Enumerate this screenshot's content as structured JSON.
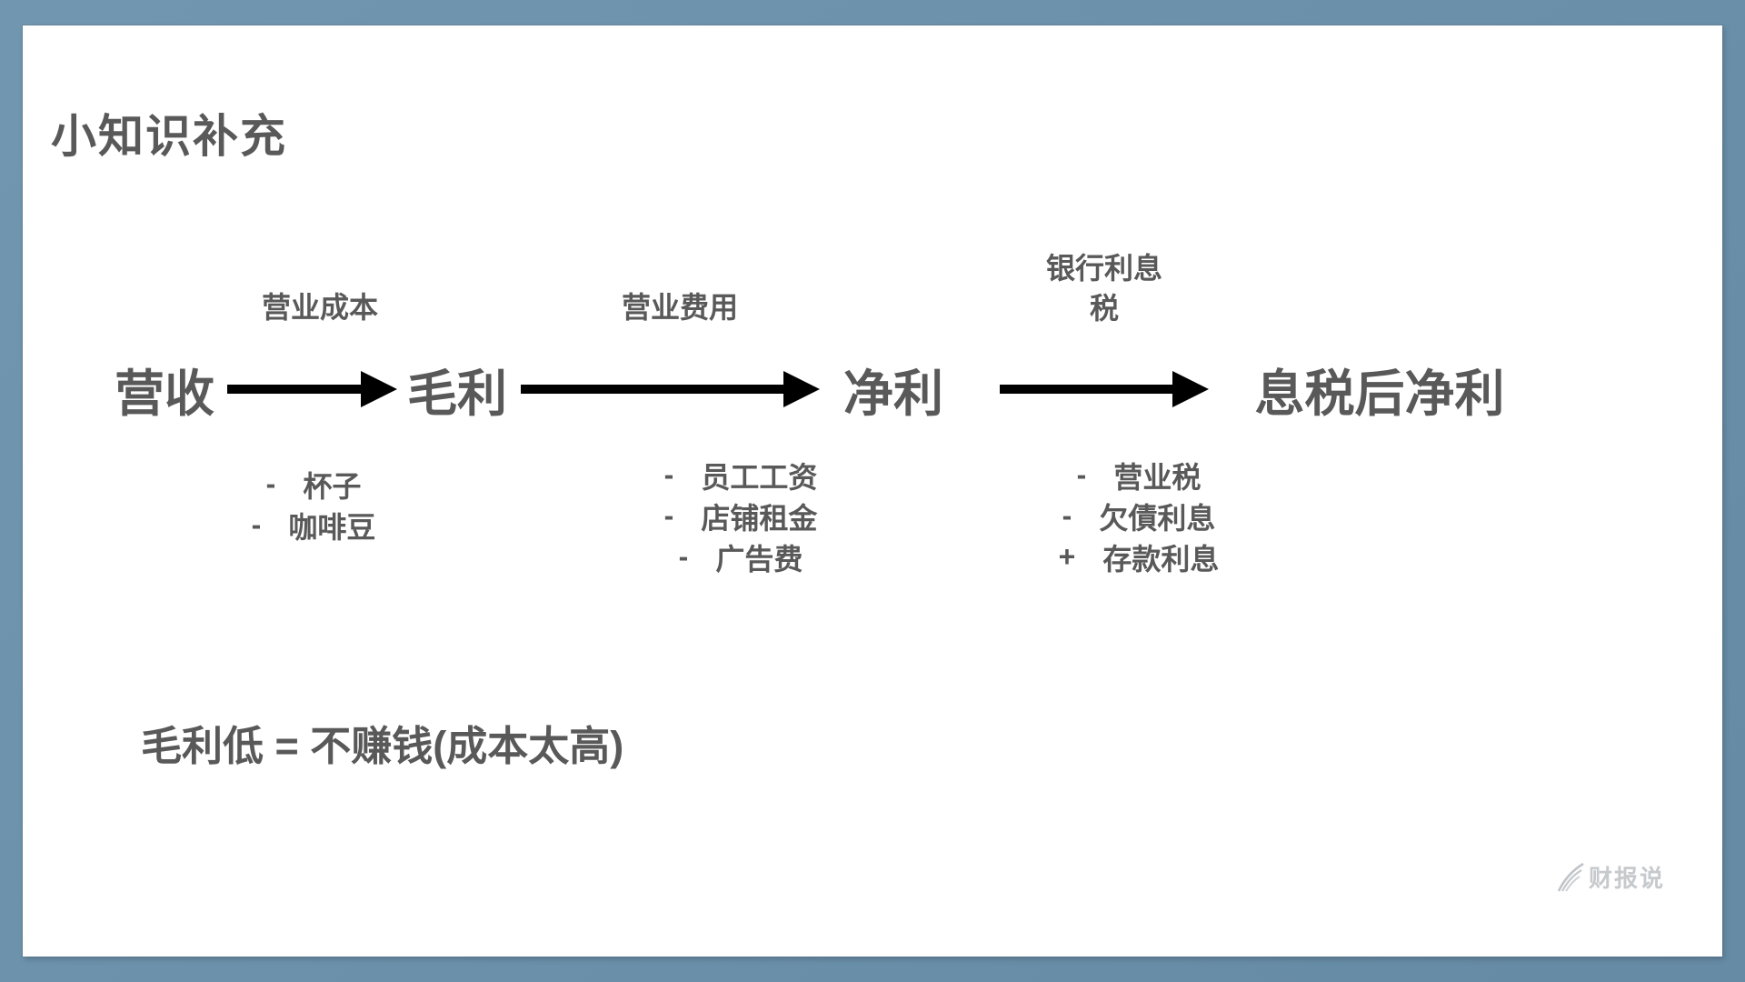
{
  "colors": {
    "frame_background": "#6b92ad",
    "slide_background": "#ffffff",
    "text_gray": "#595959",
    "arrow_black": "#000000",
    "watermark_gray": "#c6cacd"
  },
  "slide": {
    "title": "小知识补充",
    "flow": {
      "nodes": [
        "营收",
        "毛利",
        "净利",
        "息税后净利"
      ],
      "transitions": [
        {
          "labels_above": [
            "营业成本"
          ],
          "items": [
            {
              "sign": "-",
              "label": "杯子"
            },
            {
              "sign": "-",
              "label": "咖啡豆"
            }
          ]
        },
        {
          "labels_above": [
            "营业费用"
          ],
          "items": [
            {
              "sign": "-",
              "label": "员工工资"
            },
            {
              "sign": "-",
              "label": "店铺租金"
            },
            {
              "sign": "-",
              "label": "广告费"
            }
          ]
        },
        {
          "labels_above": [
            "银行利息",
            "税"
          ],
          "items": [
            {
              "sign": "-",
              "label": "营业税"
            },
            {
              "sign": "-",
              "label": "欠債利息"
            },
            {
              "sign": "+",
              "label": "存款利息"
            }
          ]
        }
      ]
    },
    "note": "毛利低 = 不赚钱(成本太高)",
    "watermark": "财报说"
  }
}
